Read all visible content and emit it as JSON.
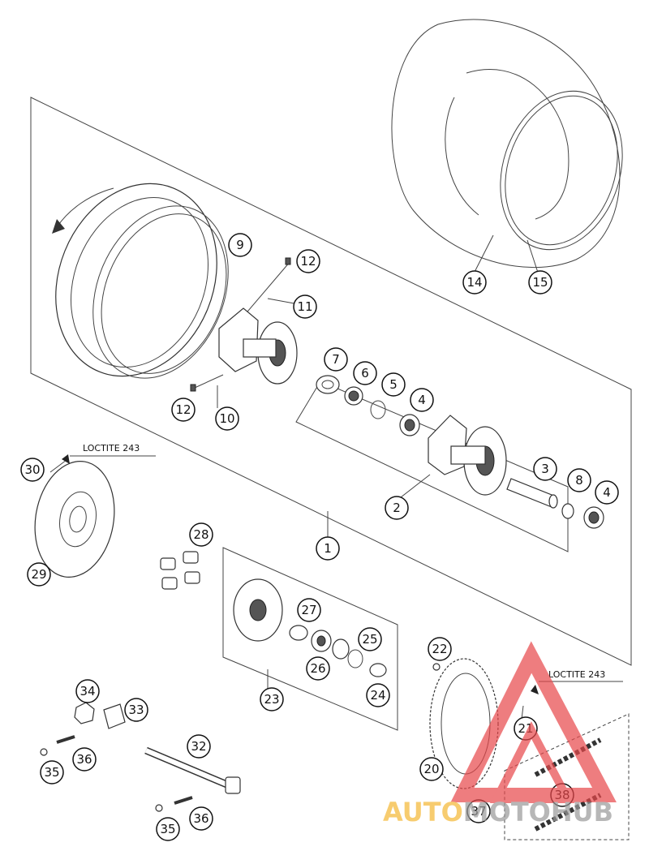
{
  "diagram": {
    "callouts": [
      "1",
      "2",
      "3",
      "4",
      "5",
      "6",
      "7",
      "8",
      "9",
      "10",
      "11",
      "12",
      "14",
      "15",
      "20",
      "21",
      "22",
      "23",
      "24",
      "25",
      "26",
      "27",
      "28",
      "29",
      "30",
      "32",
      "33",
      "34",
      "35",
      "36",
      "37",
      "38"
    ],
    "loctite_note": "LOCTITE 243"
  },
  "watermark": {
    "part1": "AUTO",
    "part2": "MOTO",
    "part3": "HUB",
    "color_orange": "#f5b733",
    "color_grey": "#9a9a9a",
    "color_red": "#e8474a"
  }
}
